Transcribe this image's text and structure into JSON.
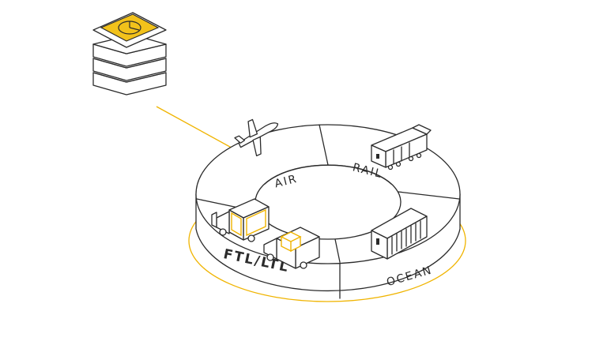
{
  "diagram": {
    "segments": [
      {
        "id": "air",
        "label": "AIR"
      },
      {
        "id": "rail",
        "label": "RAIL"
      },
      {
        "id": "ocean",
        "label": "OCEAN"
      },
      {
        "id": "ftl",
        "label": "FTL/LTL"
      }
    ],
    "colors": {
      "accent": "#f0b400",
      "accent_fill": "#f2c21b",
      "line": "#2b2b2b",
      "background": "#ffffff"
    },
    "icons": [
      "server-stack-icon",
      "pie-chart-icon",
      "airplane-icon",
      "train-icon",
      "shipping-container-icon",
      "box-truck-icon",
      "delivery-truck-icon"
    ]
  }
}
